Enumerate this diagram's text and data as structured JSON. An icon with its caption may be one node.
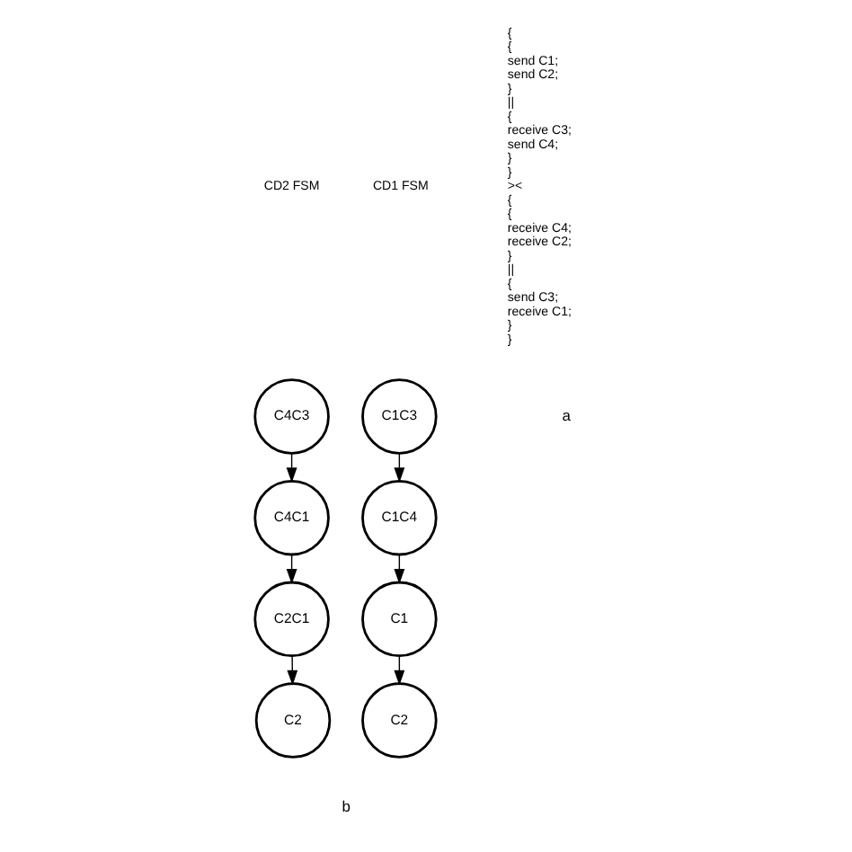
{
  "diagram": {
    "nodes": [
      {
        "text": [
          "C1C3"
        ]
      },
      {
        "text": [
          "C1C4"
        ]
      },
      {
        "text": [
          "C1"
        ]
      },
      {
        "text": [
          "C2"
        ]
      },
      {
        "text": [
          "C4C3"
        ]
      },
      {
        "text": [
          "C4C1"
        ]
      },
      {
        "text": [
          "C2C1"
        ]
      },
      {
        "text": [
          "C2"
        ]
      }
    ],
    "edges": [
      {
        "from": 0,
        "to": 1,
        "arrow": "to"
      },
      {
        "from": 1,
        "to": 2,
        "arrow": "to"
      },
      {
        "from": 2,
        "to": 3,
        "arrow": "to"
      },
      {
        "from": 4,
        "to": 5,
        "arrow": "to"
      },
      {
        "from": 5,
        "to": 6,
        "arrow": "to"
      },
      {
        "from": 6,
        "to": 7,
        "arrow": "to"
      }
    ],
    "labels": [
      "{",
      "{",
      "send C1;",
      "send C2;",
      "}",
      "||",
      "{",
      "receive C3;",
      "send C4;",
      "}",
      "}",
      "><",
      "{",
      "{",
      "receive C4;",
      "receive C2;",
      "}",
      "||",
      "{",
      "send C3;",
      "receive C1;",
      "}",
      "}",
      "a",
      "CD1 FSM",
      "CD2 FSM",
      "b"
    ]
  }
}
